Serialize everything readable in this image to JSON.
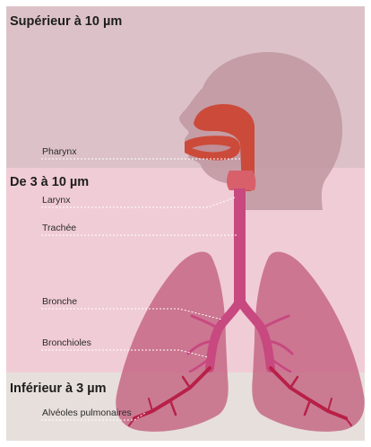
{
  "zones": [
    {
      "title": "Supérieur à 10 µm",
      "color": "#dcc2c8"
    },
    {
      "title": "De 3 à 10 µm",
      "color": "#f0ccd6"
    },
    {
      "title": "Inférieur à 3 µm",
      "color": "#e7dfdb"
    }
  ],
  "labels": {
    "pharynx": "Pharynx",
    "larynx": "Larynx",
    "trachea": "Trachée",
    "bronchus": "Bronche",
    "bronchioles": "Bronchioles",
    "alveoli": "Alvéoles pulmonaires"
  },
  "colors": {
    "head": "#bf96a0",
    "airway_upper": "#cc4a3a",
    "trachea": "#c84880",
    "lungs": "#c05a7a",
    "leader_line": "#ffffff"
  }
}
